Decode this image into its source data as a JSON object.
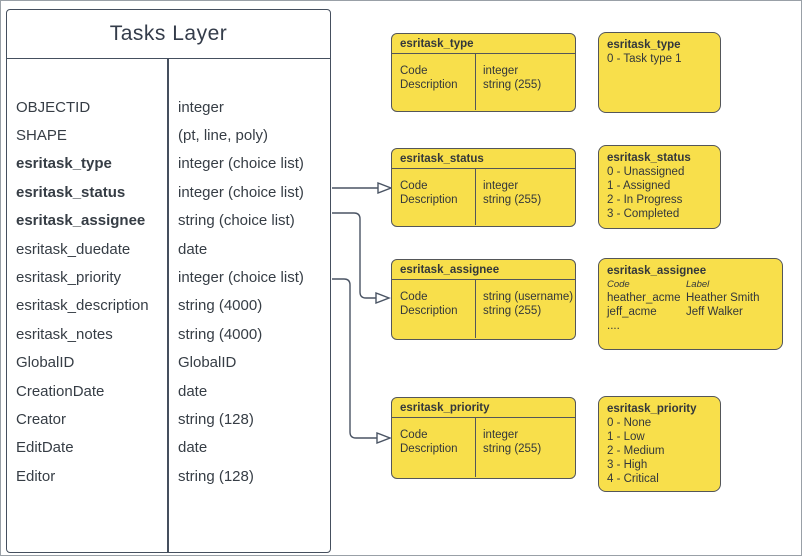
{
  "colors": {
    "shape_yellow": "#F8DF4B",
    "shape_border": "#545659",
    "layer_border": "#454f5e",
    "text": "#363d45",
    "frame_border": "#99a0a7"
  },
  "layer": {
    "title": "Tasks Layer",
    "rows": [
      {
        "name": "OBJECTID",
        "type": "integer"
      },
      {
        "name": "SHAPE",
        "type": "(pt, line, poly)"
      },
      {
        "name": "esritask_type",
        "type": "integer (choice list)"
      },
      {
        "name": "esritask_status",
        "type": "integer (choice list)"
      },
      {
        "name": "esritask_assignee",
        "type": "string (choice list)"
      },
      {
        "name": "esritask_duedate",
        "type": "date"
      },
      {
        "name": "esritask_priority",
        "type": "integer (choice list)"
      },
      {
        "name": "esritask_description",
        "type": "string (4000)"
      },
      {
        "name": "esritask_notes",
        "type": "string (4000)"
      },
      {
        "name": "GlobalID",
        "type": "GlobalID"
      },
      {
        "name": "CreationDate",
        "type": "date"
      },
      {
        "name": "Creator",
        "type": "string (128)"
      },
      {
        "name": "EditDate",
        "type": "date"
      },
      {
        "name": "Editor",
        "type": "string (128)"
      }
    ]
  },
  "code_tables": [
    {
      "title": "esritask_type",
      "fields": [
        "Code",
        "Description"
      ],
      "types": [
        "integer",
        "string (255)"
      ]
    },
    {
      "title": "esritask_status",
      "fields": [
        "Code",
        "Description"
      ],
      "types": [
        "integer",
        "string (255)"
      ]
    },
    {
      "title": "esritask_assignee",
      "fields": [
        "Code",
        "Description"
      ],
      "types": [
        "string (username)",
        "string (255)"
      ]
    },
    {
      "title": "esritask_priority",
      "fields": [
        "Code",
        "Description"
      ],
      "types": [
        "integer",
        "string (255)"
      ]
    }
  ],
  "value_boxes": [
    {
      "title": "esritask_type",
      "lines": [
        "0 - Task type 1"
      ]
    },
    {
      "title": "esritask_status",
      "lines": [
        "0 - Unassigned",
        "1 - Assigned",
        "2 - In Progress",
        "3 - Completed"
      ]
    },
    {
      "title": "esritask_assignee",
      "col_headers": [
        "Code",
        "Label"
      ],
      "pairs": [
        [
          "heather_acme",
          "Heather Smith"
        ],
        [
          "jeff_acme",
          "Jeff Walker"
        ]
      ],
      "more": "...."
    },
    {
      "title": "esritask_priority",
      "lines": [
        "0 - None",
        "1 - Low",
        "2 - Medium",
        "3 - High",
        "4 - Critical"
      ]
    }
  ]
}
